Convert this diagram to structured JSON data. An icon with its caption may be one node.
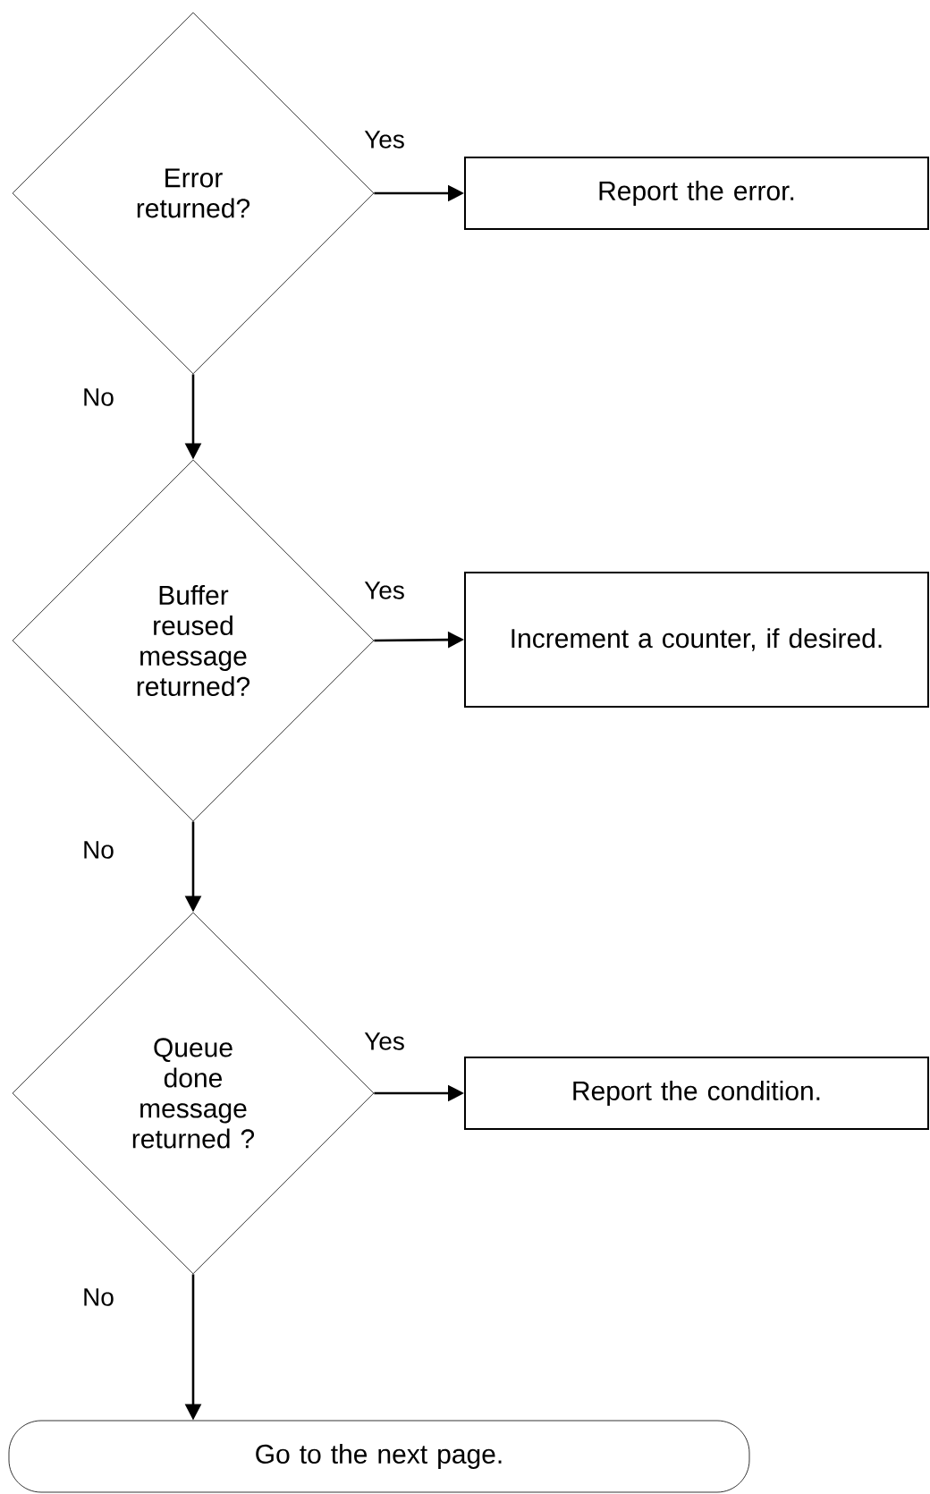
{
  "diagram": {
    "nodes": [
      {
        "text": [
          "Error returned?"
        ]
      },
      {
        "text": [
          "Report the error."
        ]
      },
      {
        "text": [
          "Buffer reused message returned?"
        ]
      },
      {
        "text": [
          "Increment a counter, if desired."
        ]
      },
      {
        "text": [
          "Queue done message returned ?"
        ]
      },
      {
        "text": [
          "Report the condition."
        ]
      },
      {
        "text": [
          "Go to the next page."
        ]
      }
    ],
    "edges": [
      {
        "from": 0,
        "to": 1,
        "arrow": "to",
        "label": "Yes"
      },
      {
        "from": 0,
        "to": 2,
        "arrow": "to",
        "label": "No"
      },
      {
        "from": 2,
        "to": 3,
        "arrow": "to",
        "label": "Yes"
      },
      {
        "from": 2,
        "to": 4,
        "arrow": "to",
        "label": "No"
      },
      {
        "from": 4,
        "to": 5,
        "arrow": "to",
        "label": "Yes"
      },
      {
        "from": 4,
        "to": 6,
        "arrow": "to",
        "label": "No"
      }
    ]
  }
}
